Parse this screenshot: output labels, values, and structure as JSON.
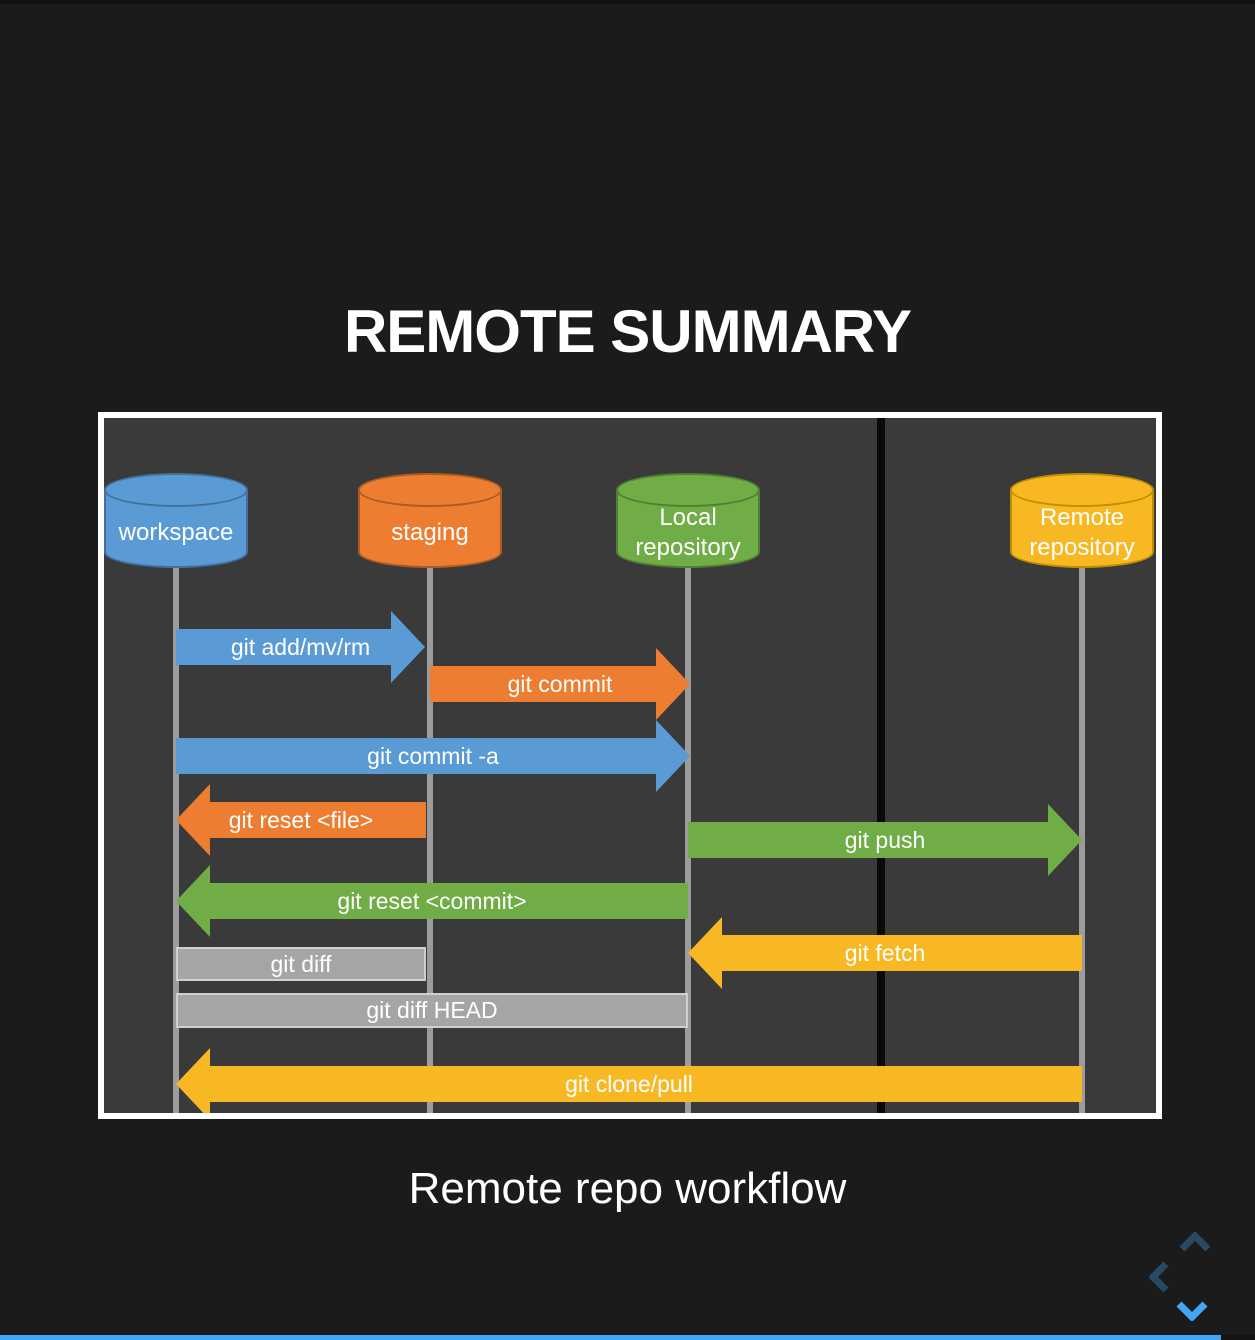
{
  "palette": {
    "background": "#1B1B1B",
    "figure_background": "#3A3A3A",
    "blue": "#5B9BD5",
    "orange": "#ED7D31",
    "green": "#70AD47",
    "yellow": "#F7B824",
    "gray": "#A5A5A5",
    "accent_blue": "#42A5F5"
  },
  "slide": {
    "title": "REMOTE SUMMARY",
    "caption": "Remote repo workflow"
  },
  "diagram": {
    "nodes": [
      {
        "label": "workspace",
        "color": "blue"
      },
      {
        "label": "staging",
        "color": "orange"
      },
      {
        "label": "Local repository",
        "color": "green"
      },
      {
        "label": "Remote repository",
        "color": "yellow"
      }
    ],
    "arrows": [
      {
        "label": "git add/mv/rm",
        "color": "blue",
        "direction": "right",
        "from": "workspace",
        "to": "staging"
      },
      {
        "label": "git commit",
        "color": "orange",
        "direction": "right",
        "from": "staging",
        "to": "Local repository"
      },
      {
        "label": "git commit -a",
        "color": "blue",
        "direction": "right",
        "from": "workspace",
        "to": "Local repository"
      },
      {
        "label": "git reset <file>",
        "color": "orange",
        "direction": "left",
        "from": "staging",
        "to": "workspace"
      },
      {
        "label": "git push",
        "color": "green",
        "direction": "right",
        "from": "Local repository",
        "to": "Remote repository"
      },
      {
        "label": "git reset <commit>",
        "color": "green",
        "direction": "left",
        "from": "Local repository",
        "to": "workspace"
      },
      {
        "label": "git fetch",
        "color": "yellow",
        "direction": "left",
        "from": "Remote repository",
        "to": "Local repository"
      },
      {
        "label": "git diff",
        "color": "gray",
        "direction": "none",
        "from": "workspace",
        "to": "staging"
      },
      {
        "label": "git diff HEAD",
        "color": "gray",
        "direction": "none",
        "from": "workspace",
        "to": "Local repository"
      },
      {
        "label": "git clone/pull",
        "color": "yellow",
        "direction": "left",
        "from": "Remote repository",
        "to": "workspace"
      }
    ]
  },
  "controls": {
    "up": {
      "enabled": false
    },
    "left": {
      "enabled": false
    },
    "down": {
      "enabled": true
    }
  },
  "progress": {
    "fraction": 0.973
  }
}
